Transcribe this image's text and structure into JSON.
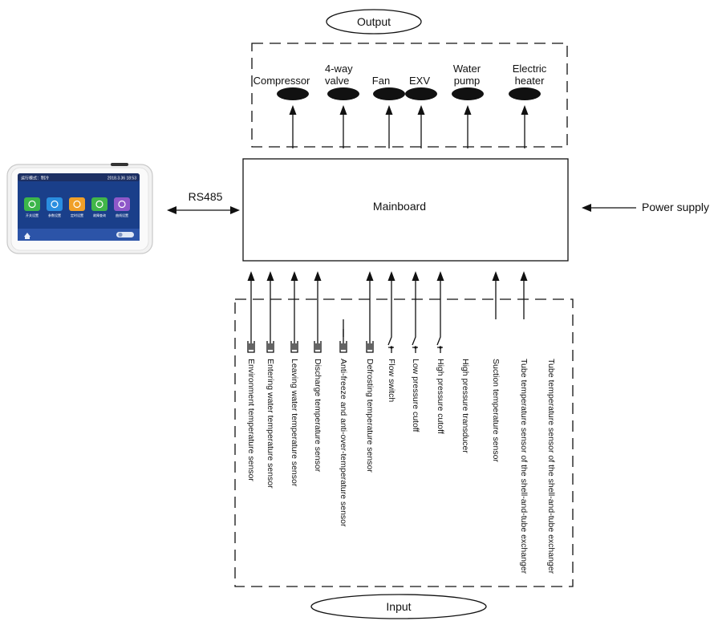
{
  "labels": {
    "output": "Output",
    "input": "Input",
    "mainboard": "Mainboard",
    "rs485": "RS485",
    "power_supply": "Power supply"
  },
  "outputs": [
    {
      "line1": "Compressor",
      "line2": ""
    },
    {
      "line1": "4-way",
      "line2": "valve"
    },
    {
      "line1": "Fan",
      "line2": ""
    },
    {
      "line1": "EXV",
      "line2": ""
    },
    {
      "line1": "Water",
      "line2": "pump"
    },
    {
      "line1": "Electric",
      "line2": "heater"
    }
  ],
  "inputs": [
    {
      "label": "Environment temperature sensor",
      "symbol": "thermistor"
    },
    {
      "label": "Entering water temperature sensor",
      "symbol": "thermistor"
    },
    {
      "label": "Leaving water temperature sensor",
      "symbol": "thermistor"
    },
    {
      "label": "Discharge temperature sensor",
      "symbol": "thermistor"
    },
    {
      "label": "Anti-freeze and anti-over-temperature sensor",
      "symbol": "thermistor"
    },
    {
      "label": "Defrosting temperature sensor",
      "symbol": "thermistor"
    },
    {
      "label": "Flow switch",
      "symbol": "switch"
    },
    {
      "label": "Low pressure cutoff",
      "symbol": "switch"
    },
    {
      "label": "High pressure cutoff",
      "symbol": "switch"
    },
    {
      "label": "High pressure transducer",
      "symbol": "none"
    },
    {
      "label": "Suction temperature sensor",
      "symbol": "none"
    },
    {
      "label": "Tube temperature sensor of the shell-and-tube exchanger",
      "symbol": "none"
    },
    {
      "label": "Tube temperature sensor of the shell-and-tube exchanger",
      "symbol": "none"
    }
  ],
  "controller": {
    "header_left": "运行模式：制冷",
    "header_right": "2018.3.36  18:53",
    "tiles": [
      {
        "label": "开关设置",
        "color": "#3cb54a",
        "icon": "power-icon"
      },
      {
        "label": "参数设置",
        "color": "#2a8ee0",
        "icon": "sliders-icon"
      },
      {
        "label": "定时设置",
        "color": "#f0a029",
        "icon": "clock-icon"
      },
      {
        "label": "故障查询",
        "color": "#41b649",
        "icon": "alert-icon"
      },
      {
        "label": "曲线设置",
        "color": "#8e58c9",
        "icon": "curve-icon"
      }
    ]
  }
}
